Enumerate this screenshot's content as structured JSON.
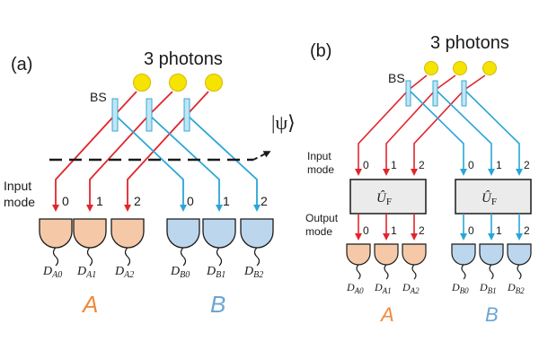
{
  "panel_a": {
    "label": "(a)",
    "photons_label": "3 photons",
    "bs_label": "BS",
    "state_label": "|ψ⟩",
    "input_mode_line1": "Input",
    "input_mode_line2": "mode",
    "modes_a": [
      "0",
      "1",
      "2"
    ],
    "modes_b": [
      "0",
      "1",
      "2"
    ],
    "detectors_a": [
      "D_A0",
      "D_A1",
      "D_A2"
    ],
    "detectors_b": [
      "D_B0",
      "D_B1",
      "D_B2"
    ],
    "group_a": "A",
    "group_b": "B"
  },
  "panel_b": {
    "label": "(b)",
    "photons_label": "3 photons",
    "bs_label": "BS",
    "input_mode_line1": "Input",
    "input_mode_line2": "mode",
    "output_mode_line1": "Output",
    "output_mode_line2": "mode",
    "unitary_label": "Û_F",
    "modes_in_a": [
      "0",
      "1",
      "2"
    ],
    "modes_in_b": [
      "0",
      "1",
      "2"
    ],
    "modes_out_a": [
      "0",
      "1",
      "2"
    ],
    "modes_out_b": [
      "0",
      "1",
      "2"
    ],
    "detectors_a": [
      "D_A0",
      "D_A1",
      "D_A2"
    ],
    "detectors_b": [
      "D_B0",
      "D_B1",
      "D_B2"
    ],
    "group_a": "A",
    "group_b": "B"
  },
  "colors": {
    "red_beam": "#e0262d",
    "blue_beam": "#2aa6d6",
    "photon": "#f5e400",
    "photon_stroke": "#d8b800",
    "detector_a": "#f5c9a8",
    "detector_b": "#bcd6ee",
    "group_a": "#f08a3c",
    "group_b": "#6aa6d6",
    "bs": "#bfe6f5",
    "bs_stroke": "#3aa6cf",
    "unitary_fill": "#ebebeb"
  }
}
